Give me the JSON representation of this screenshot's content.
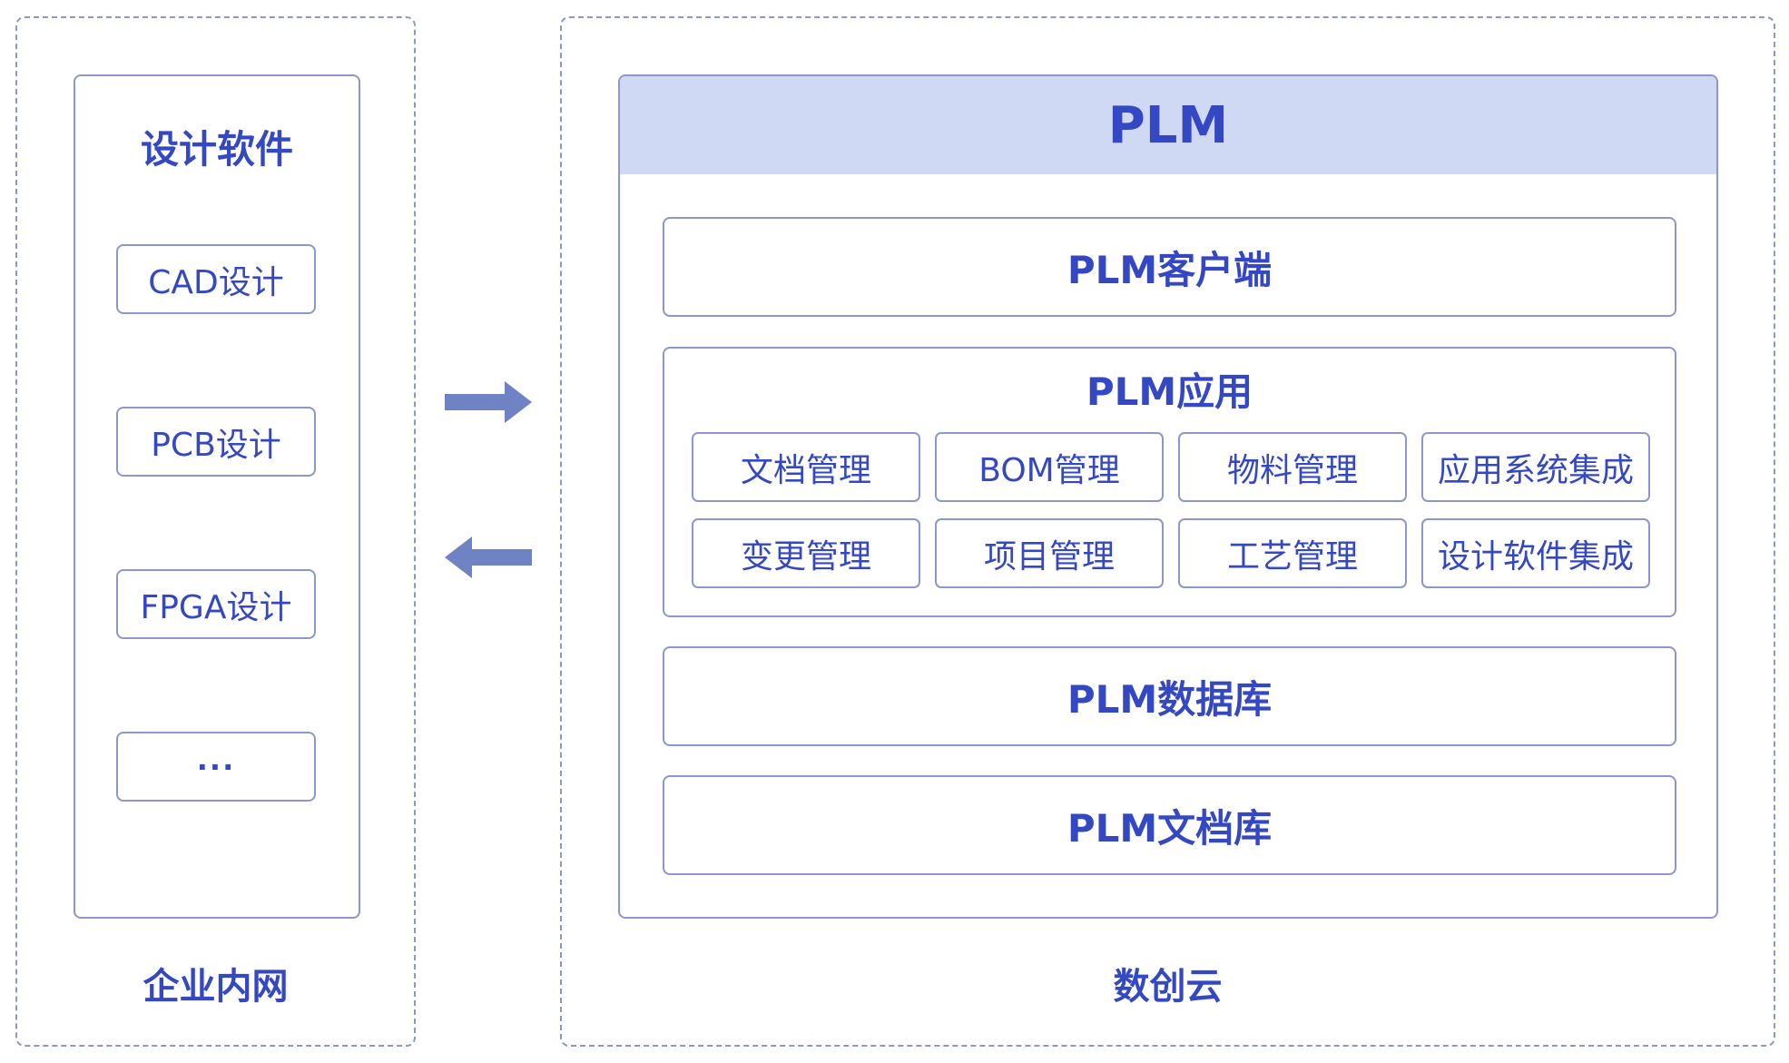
{
  "left_zone": {
    "caption": "企业内网",
    "panel_title": "设计软件",
    "items": [
      "CAD设计",
      "PCB设计",
      "FPGA设计",
      "···"
    ]
  },
  "right_zone": {
    "caption": "数创云",
    "plm": {
      "title": "PLM",
      "client": "PLM客户端",
      "app": {
        "title": "PLM应用",
        "modules": [
          "文档管理",
          "BOM管理",
          "物料管理",
          "应用系统集成",
          "变更管理",
          "项目管理",
          "工艺管理",
          "设计软件集成"
        ]
      },
      "database": "PLM数据库",
      "doc_store": "PLM文档库"
    }
  },
  "colors": {
    "text": "#3548c4",
    "border": "#8b98c9",
    "header_fill": "#d0d9f4",
    "arrow": "#6f83c4"
  }
}
